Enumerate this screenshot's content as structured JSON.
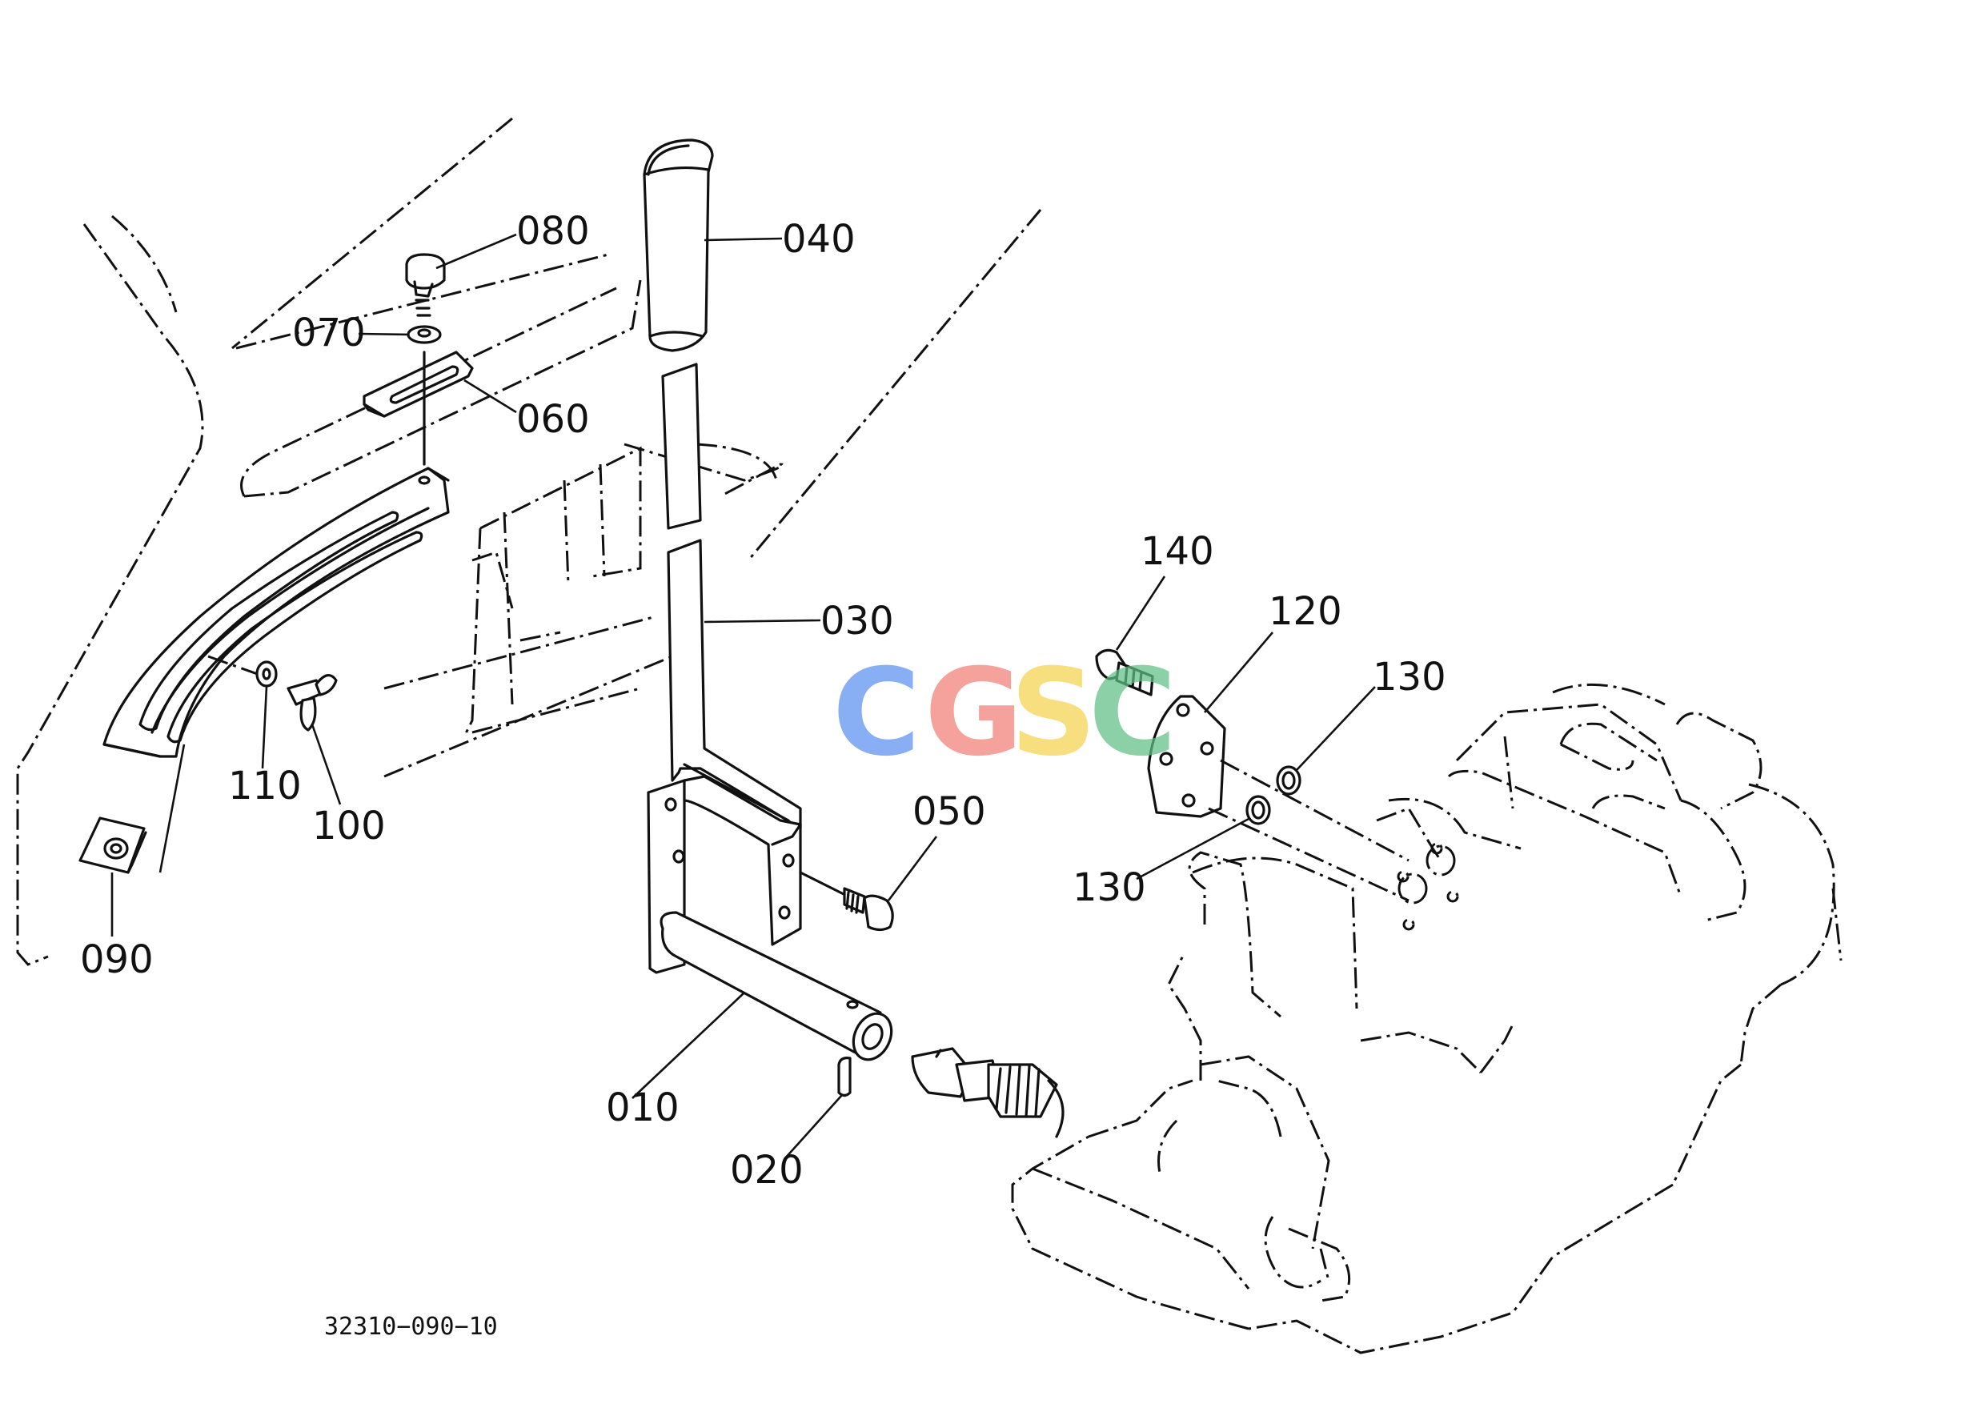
{
  "diagram": {
    "reference_code": "32310−090−10",
    "watermark": {
      "letters": [
        "C",
        "G",
        "S",
        "C"
      ],
      "colors": [
        "#5b8ff0",
        "#f07f76",
        "#f5d24f",
        "#5fbf86"
      ]
    },
    "callouts": [
      {
        "id": "080",
        "label": "080"
      },
      {
        "id": "070",
        "label": "070"
      },
      {
        "id": "060",
        "label": "060"
      },
      {
        "id": "040",
        "label": "040"
      },
      {
        "id": "030",
        "label": "030"
      },
      {
        "id": "140",
        "label": "140"
      },
      {
        "id": "120",
        "label": "120"
      },
      {
        "id": "130a",
        "label": "130"
      },
      {
        "id": "130b",
        "label": "130"
      },
      {
        "id": "050",
        "label": "050"
      },
      {
        "id": "110",
        "label": "110"
      },
      {
        "id": "100",
        "label": "100"
      },
      {
        "id": "090",
        "label": "090"
      },
      {
        "id": "010",
        "label": "010"
      },
      {
        "id": "020",
        "label": "020"
      }
    ]
  }
}
